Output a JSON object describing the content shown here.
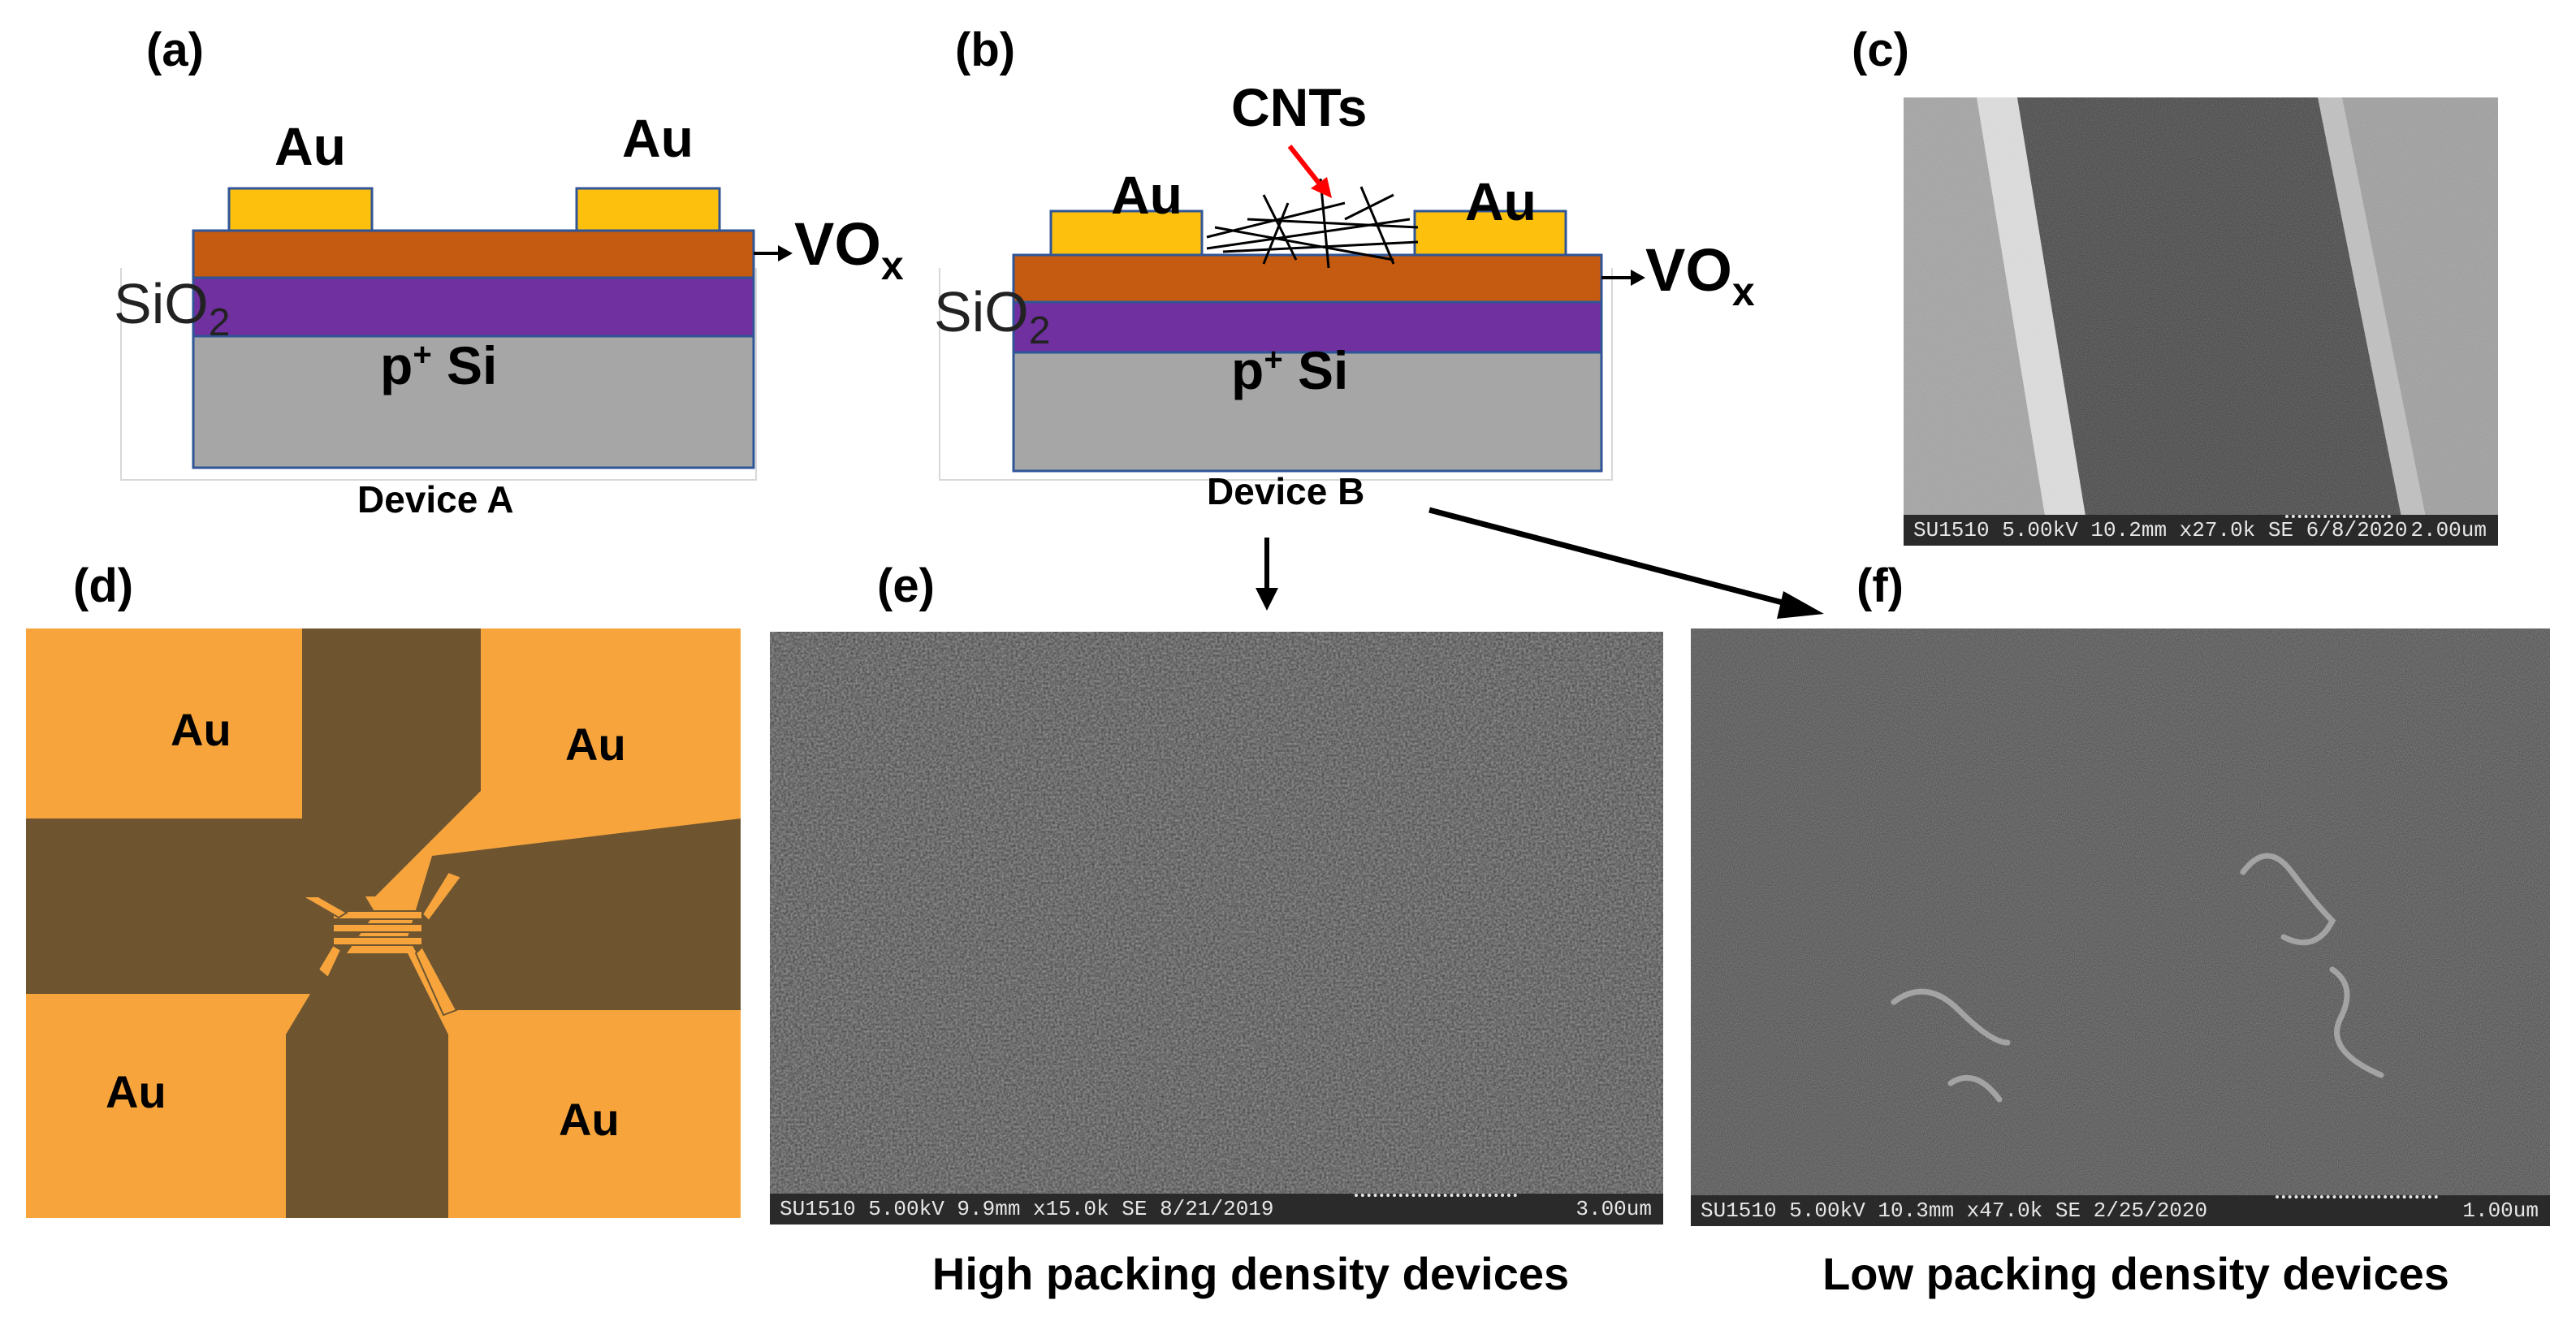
{
  "panels": {
    "a": {
      "label": "(a)",
      "electrode_left": "Au",
      "electrode_right": "Au",
      "vox_label": "VO",
      "vox_sub": "x",
      "sio2_label": "SiO",
      "sio2_sub": "2",
      "si_label": "p",
      "si_sup": "+",
      "si_label_rest": " Si",
      "caption": "Device A"
    },
    "b": {
      "label": "(b)",
      "electrode_left": "Au",
      "electrode_right": "Au",
      "cnt_label": "CNTs",
      "vox_label": "VO",
      "vox_sub": "x",
      "sio2_label": "SiO",
      "sio2_sub": "2",
      "si_label": "p",
      "si_sup": "+",
      "si_label_rest": " Si",
      "caption": "Device B"
    },
    "c": {
      "label": "(c)",
      "sem_info": "SU1510 5.00kV 10.2mm x27.0k SE  6/8/2020",
      "scale": "2.00um"
    },
    "d": {
      "label": "(d)",
      "au_tl": "Au",
      "au_tr": "Au",
      "au_bl": "Au",
      "au_br": "Au"
    },
    "e": {
      "label": "(e)",
      "sem_info": "SU1510 5.00kV 9.9mm x15.0k SE  8/21/2019",
      "scale": "3.00um",
      "caption": "High packing density devices"
    },
    "f": {
      "label": "(f)",
      "sem_info": "SU1510 5.00kV 10.3mm x47.0k SE  2/25/2020",
      "scale": "1.00um",
      "caption": "Low packing density devices"
    }
  },
  "colors": {
    "gold": "#FDC10D",
    "vox": "#C55A11",
    "sio2": "#7030A0",
    "si": "#A6A6A6",
    "layer_border": "#2F5597",
    "optical_gold": "#F7A43C",
    "optical_channel": "#6E5530",
    "arrow_red": "#FF0000"
  }
}
